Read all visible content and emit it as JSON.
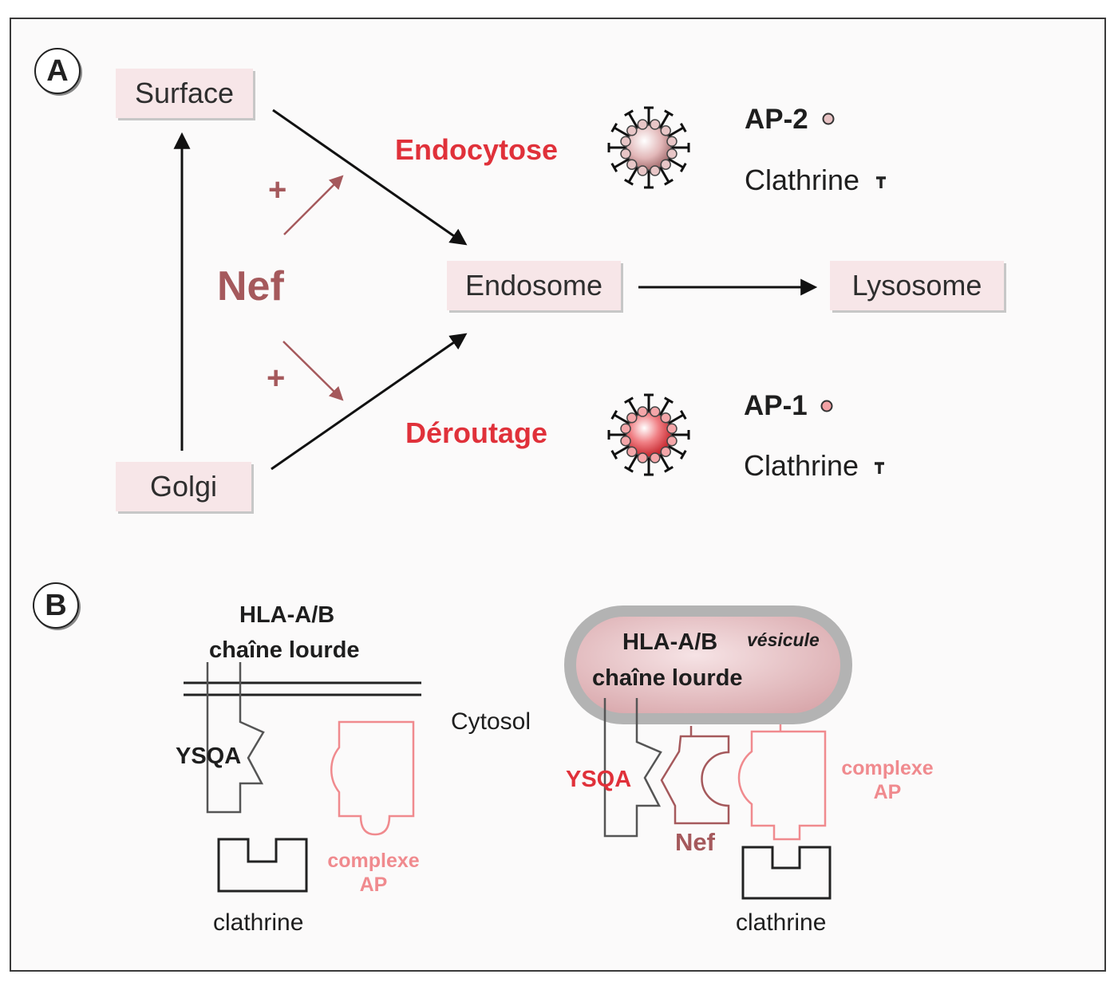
{
  "panel_a": {
    "badge": "A",
    "nodes": {
      "surface": "Surface",
      "golgi": "Golgi",
      "endosome": "Endosome",
      "lysosome": "Lysosome"
    },
    "nef": "Nef",
    "plus": "+",
    "endocytose": "Endocytose",
    "deroutage": "Déroutage",
    "ap2": "AP-2",
    "ap1": "AP-1",
    "clathrine": "Clathrine"
  },
  "panel_b": {
    "badge": "B",
    "left": {
      "hla_line1": "HLA-A/B",
      "hla_line2": "chaîne lourde",
      "ysqa": "YSQA",
      "complexe_line1": "complexe",
      "complexe_line2": "AP",
      "clathrine": "clathrine"
    },
    "cytosol": "Cytosol",
    "right": {
      "hla_line1": "HLA-A/B",
      "vesicule": "vésicule",
      "hla_line2": "chaîne lourde",
      "ysqa": "YSQA",
      "nef": "Nef",
      "complexe_line1": "complexe",
      "complexe_line2": "AP",
      "clathrine": "clathrine"
    }
  },
  "colors": {
    "red": "#e0313a",
    "pink": "#f08a8e",
    "nef_brown": "#a5595c",
    "box_fill": "#f7e6e8"
  }
}
